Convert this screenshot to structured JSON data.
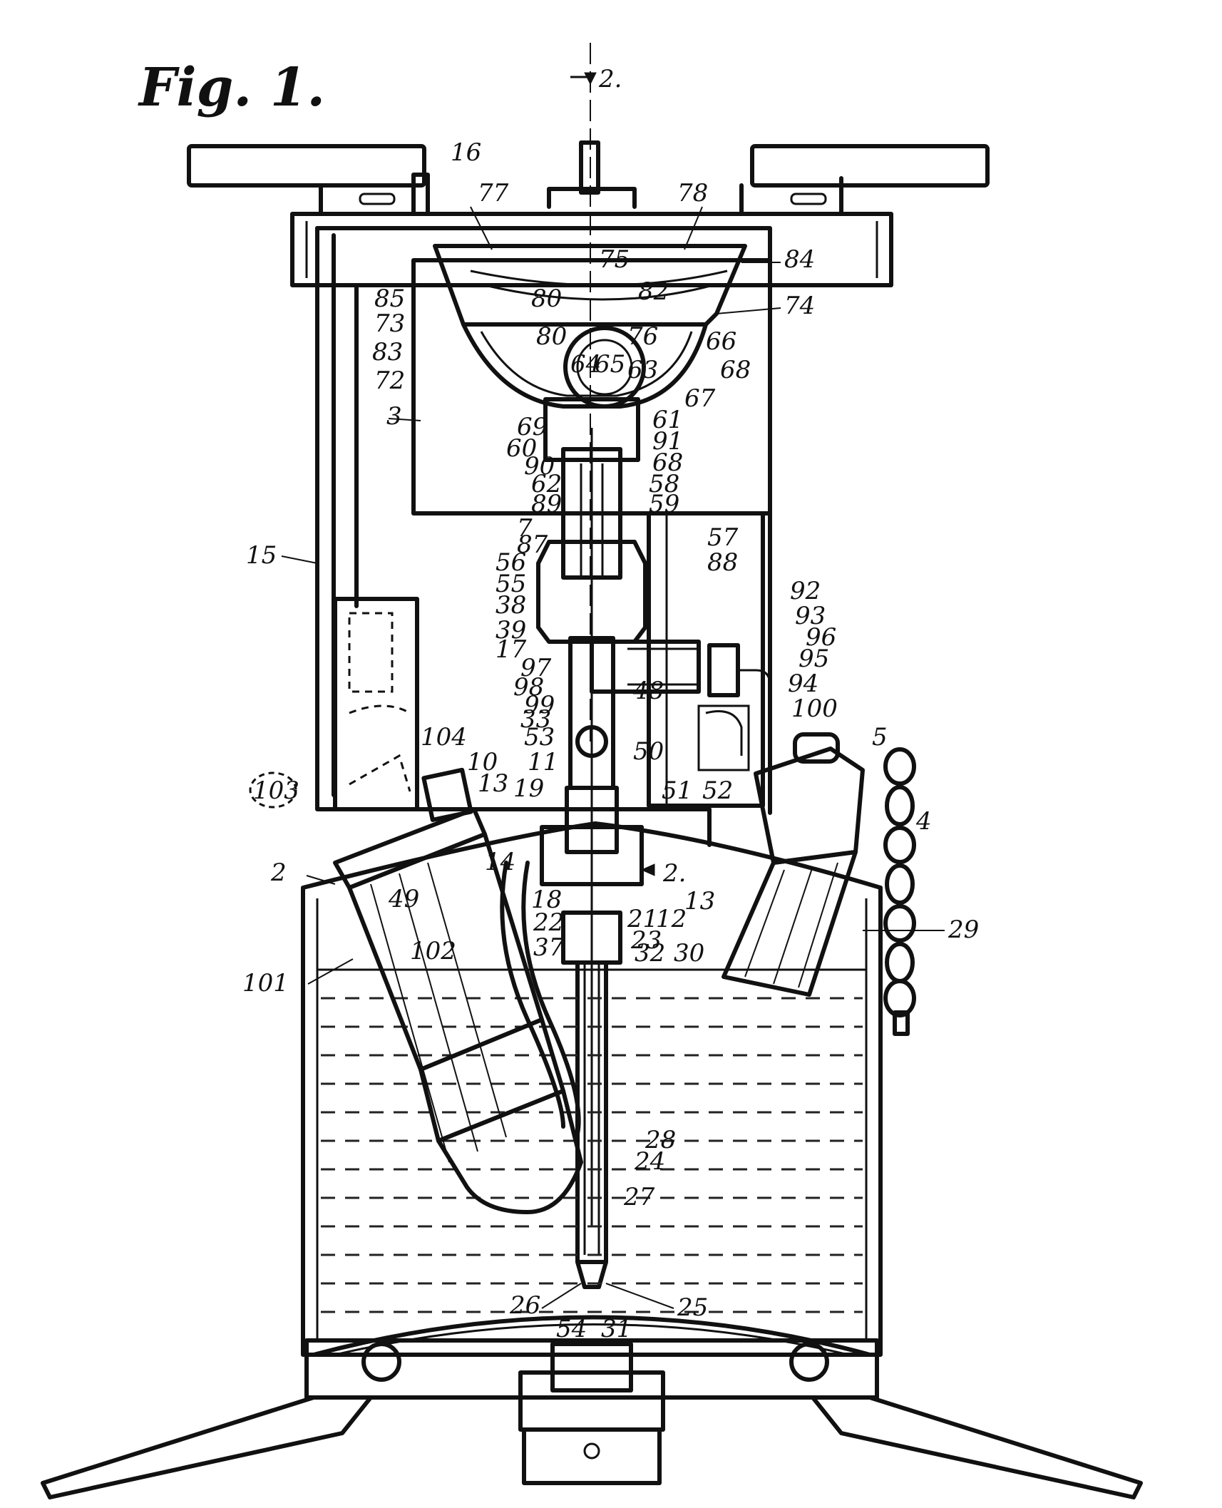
{
  "figure_title": "Fig. 1.",
  "section_mark_top": "2.",
  "section_mark_right": "2.",
  "reference_numerals": [
    "2",
    "3",
    "4",
    "5",
    "7",
    "10",
    "11",
    "12",
    "13",
    "14",
    "15",
    "16",
    "17",
    "18",
    "19",
    "21",
    "22",
    "23",
    "24",
    "25",
    "26",
    "27",
    "28",
    "29",
    "30",
    "31",
    "32",
    "33",
    "37",
    "38",
    "39",
    "48",
    "49",
    "50",
    "51",
    "52",
    "53",
    "54",
    "55",
    "56",
    "57",
    "58",
    "59",
    "60",
    "61",
    "62",
    "63",
    "64",
    "65",
    "66",
    "67",
    "68",
    "69",
    "72",
    "73",
    "74",
    "75",
    "76",
    "77",
    "78",
    "80",
    "82",
    "83",
    "84",
    "85",
    "87",
    "88",
    "89",
    "90",
    "91",
    "92",
    "93",
    "94",
    "95",
    "96",
    "97",
    "98",
    "99",
    "100",
    "101",
    "102",
    "103",
    "104"
  ],
  "colors": {
    "ink": "#111111",
    "paper": "#ffffff"
  }
}
